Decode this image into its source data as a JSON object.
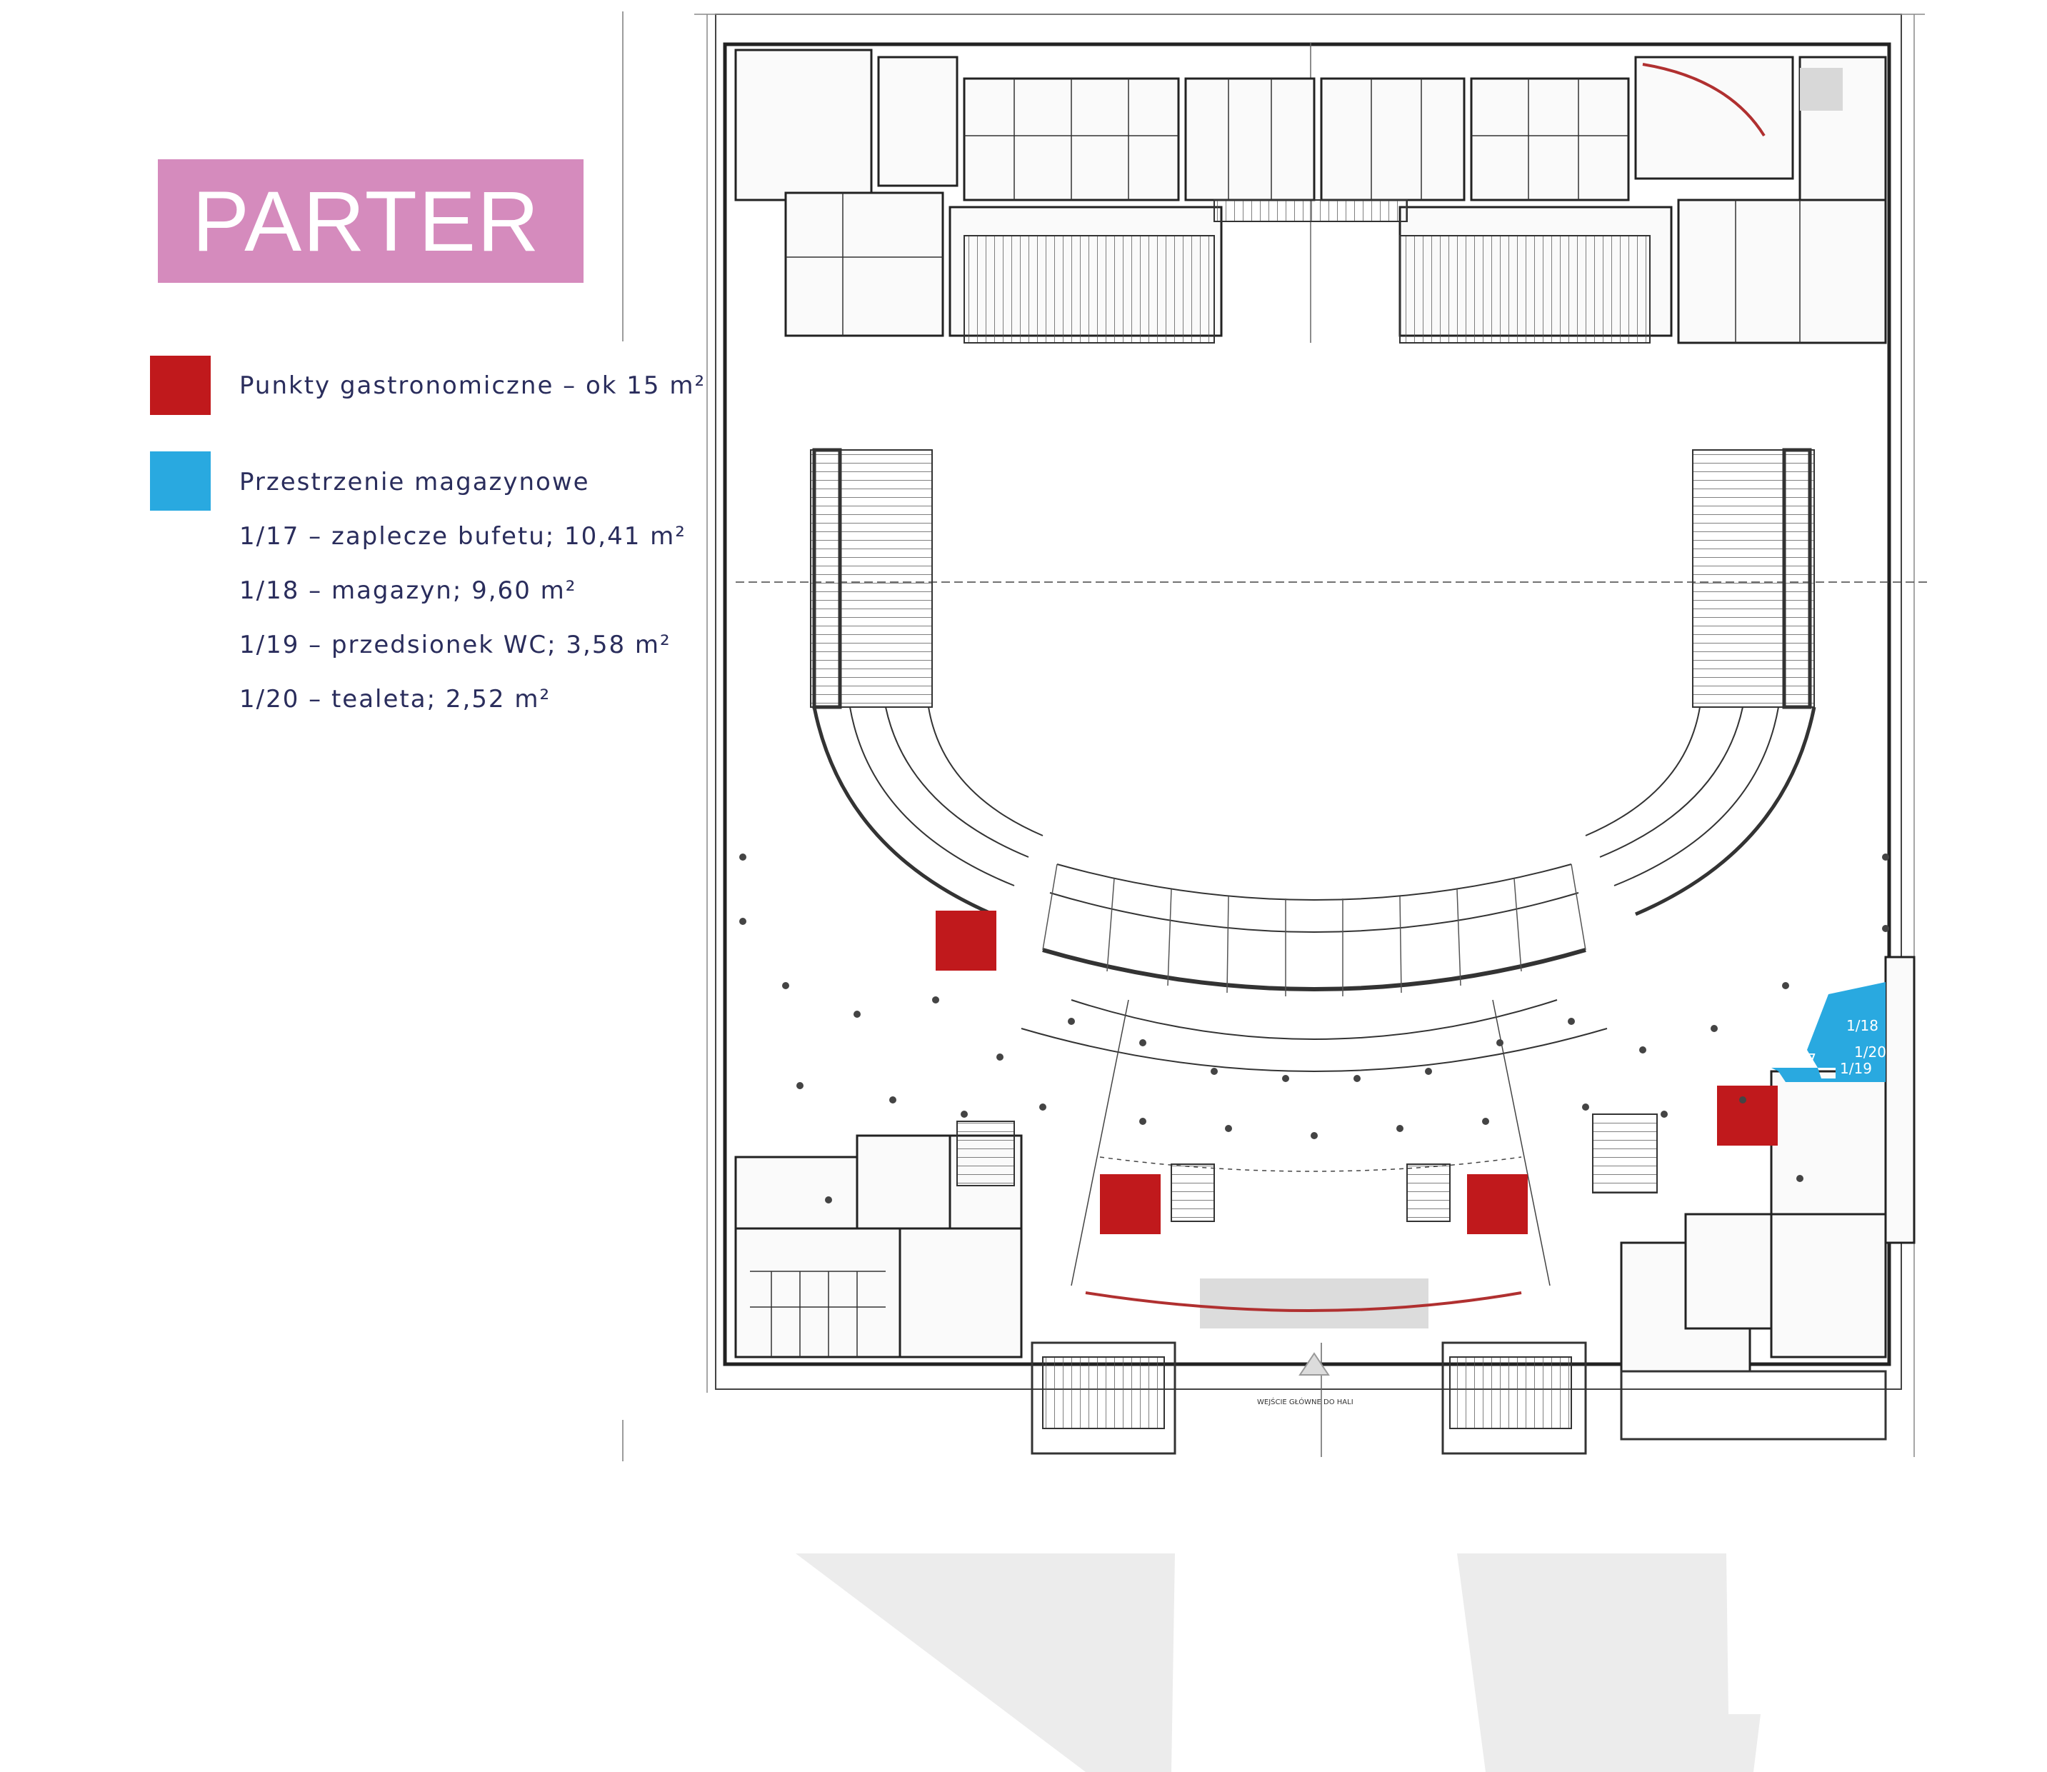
{
  "title": "PARTER",
  "colors": {
    "title_bg": "#d58bbd",
    "gastronomy": "#c0191c",
    "storage": "#29a9e0",
    "legend_text": "#2a2d5c"
  },
  "legend": {
    "gastronomy": {
      "label": "Punkty gastronomiczne – ok 15 m²"
    },
    "storage": {
      "label": "Przestrzenie magazynowe"
    },
    "rooms": [
      "1/17 – zaplecze bufetu; 10,41 m²",
      "1/18 – magazyn; 9,60 m²",
      "1/19 – przedsionek WC; 3,58 m²",
      "1/20 – tealeta; 2,52 m²"
    ]
  },
  "plan": {
    "room_labels": [
      "1/18",
      "1/17",
      "1/20",
      "1/19"
    ],
    "entrance_label": "WEJŚCIE GŁÓWNE DO HALI"
  }
}
